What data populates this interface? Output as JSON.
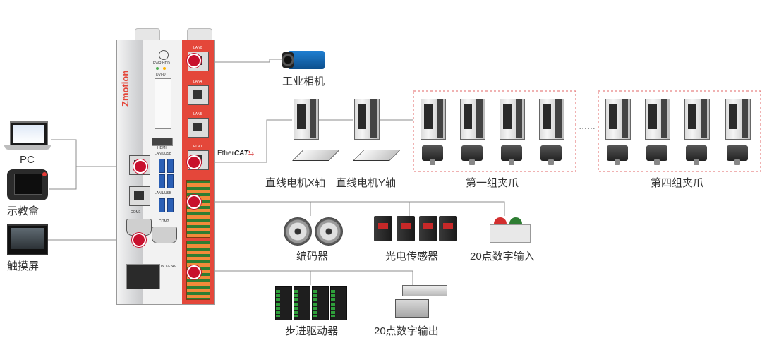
{
  "controller": {
    "brand": "Zmotion",
    "ports": {
      "lan0": "LAN0",
      "lan4": "LAN4",
      "lan5": "LAN5",
      "ecat": "ECAT",
      "lan2usb": "LAN2/USB",
      "lan1usb": "LAN1/USB",
      "com1": "COM1",
      "com2": "COM2",
      "dcin": "DC IN 12-24V",
      "hdmi": "HDMI",
      "dvi": "DVI-D",
      "pwr": "PWR HDD"
    }
  },
  "bus_label": {
    "prefix": "Ether",
    "suffix": "CAT"
  },
  "labels": {
    "pc": "PC",
    "pendant": "示教盒",
    "hmi": "触摸屏",
    "camera": "工业相机",
    "linear_x": "直线电机X轴",
    "linear_y": "直线电机Y轴",
    "group1": "第一组夹爪",
    "group4": "第四组夹爪",
    "ellipsis": "……",
    "encoder": "编码器",
    "photo_sensor": "光电传感器",
    "digital_in": "20点数字输入",
    "stepper": "步进驱动器",
    "digital_out": "20点数字输出"
  },
  "colors": {
    "accent": "#e4473a",
    "highlight": "#c8102e",
    "dashed_box": "#e06666",
    "wire": "#8c8c8c"
  }
}
